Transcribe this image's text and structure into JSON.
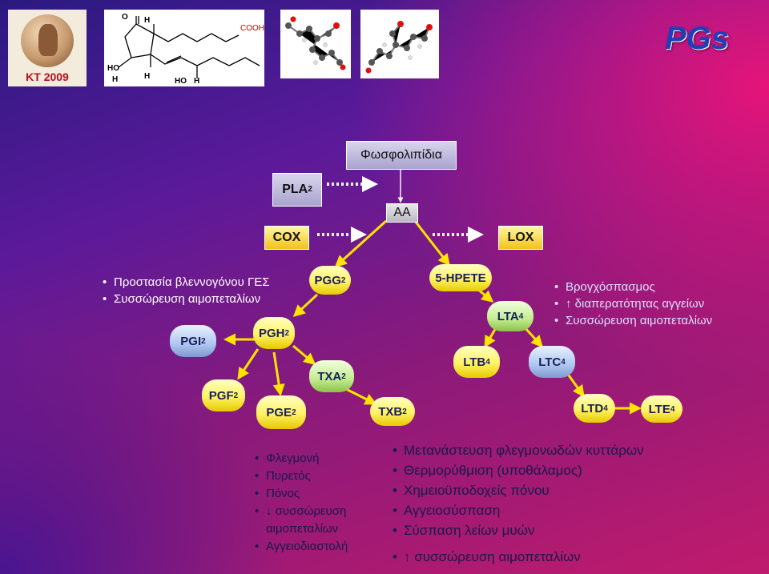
{
  "header": {
    "logo_year": "KT 2009",
    "title": "PGs"
  },
  "structure": {
    "labels": [
      "O",
      "H",
      "COOH",
      "HO",
      "H",
      "H",
      "HO",
      "H"
    ]
  },
  "pathway": {
    "phospholipids": "Φωσφολιπίδια",
    "pla": {
      "main": "PLA",
      "sub": "2"
    },
    "aa": "AA",
    "cox": "COX",
    "lox": "LOX"
  },
  "nodes": {
    "pgg2": {
      "main": "PGG",
      "sub": "2"
    },
    "pgh2": {
      "main": "PGH",
      "sub": "2"
    },
    "pgi2": {
      "main": "PGI",
      "sub": "2"
    },
    "pgf2": {
      "main": "PGF",
      "sub": "2"
    },
    "pge2": {
      "main": "PGE",
      "sub": "2"
    },
    "txa2": {
      "main": "TXA",
      "sub": "2"
    },
    "txb2": {
      "main": "TXB",
      "sub": "2"
    },
    "hpete": {
      "main": "5-HPETE",
      "sub": ""
    },
    "lta4": {
      "main": "LTA",
      "sub": "4"
    },
    "ltb4": {
      "main": "LTB",
      "sub": "4"
    },
    "ltc4": {
      "main": "LTC",
      "sub": "4"
    },
    "ltd4": {
      "main": "LTD",
      "sub": "4"
    },
    "lte4": {
      "main": "LTE",
      "sub": "4"
    }
  },
  "effects": {
    "pgi2_effects": [
      "Προστασία βλεννογόνου ΓΕΣ",
      "Συσσώρευση αιμοπεταλίων"
    ],
    "lt_effects": [
      "Βρογχόσπασμος",
      "↑ διαπερατότητας αγγείων",
      "Συσσώρευση αιμοπεταλίων"
    ],
    "pge2_effects": [
      "Φλεγμονή",
      "Πυρετός",
      "Πόνος",
      "↓ συσσώρευση",
      "αιμοπεταλίων",
      "Αγγειοδιαστολή"
    ],
    "ltb4_effects": [
      "Μετανάστευση φλεγμονωδών κυττάρων",
      "Θερμορύθμιση (υποθάλαμος)",
      "Χημειοϋποδοχείς πόνου",
      "Αγγειοσύσπαση",
      "Σύσπαση λείων μυών",
      "↑ συσσώρευση αιμοπεταλίων"
    ]
  },
  "colors": {
    "arrow": "#ffe400",
    "title": "#1f3fb8",
    "logo_year": "#b80d1a"
  }
}
